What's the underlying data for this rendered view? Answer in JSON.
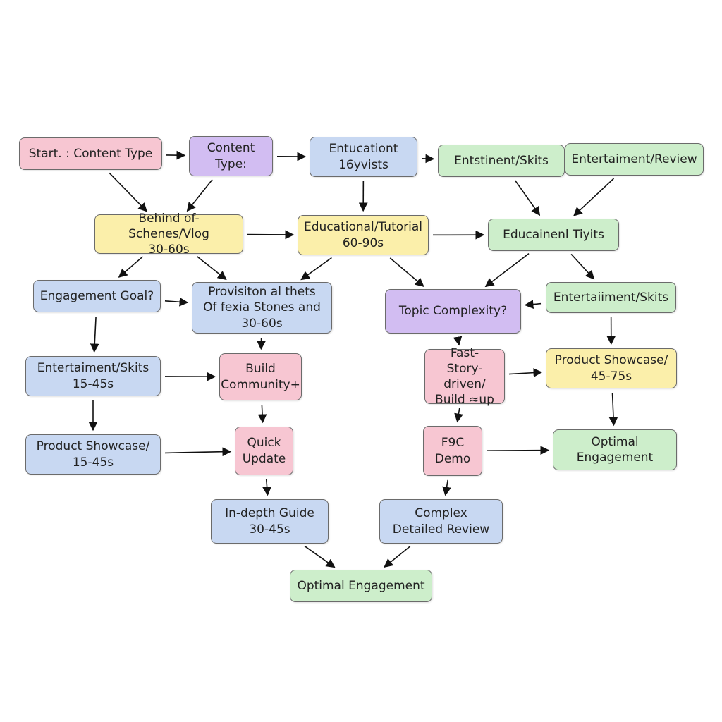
{
  "diagram": {
    "nodes": [
      {
        "id": "n1",
        "label": "Start. : Content Type",
        "color": "pink"
      },
      {
        "id": "n2",
        "label": "Content\nType:",
        "color": "purple"
      },
      {
        "id": "n3",
        "label": "Entucationt\n16yvists",
        "color": "blue"
      },
      {
        "id": "n4",
        "label": "Entstinent/Skits",
        "color": "green"
      },
      {
        "id": "n5",
        "label": "Entertaiment/Review",
        "color": "green"
      },
      {
        "id": "n6",
        "label": "Behind of-Schenes/Vlog\n30-60s",
        "color": "yellow"
      },
      {
        "id": "n7",
        "label": "Educational/Tutorial\n60-90s",
        "color": "yellow"
      },
      {
        "id": "n8",
        "label": "Educainenl Tiyits",
        "color": "green"
      },
      {
        "id": "n9",
        "label": "Engagement Goal?",
        "color": "blue"
      },
      {
        "id": "n10",
        "label": "Provisiton al thets\nOf fexia Stones  and\n30-60s",
        "color": "blue"
      },
      {
        "id": "n11",
        "label": "Topic Complexity?",
        "color": "purple"
      },
      {
        "id": "n12",
        "label": "Entertaiiment/Skits",
        "color": "green"
      },
      {
        "id": "n13",
        "label": "Entertaiment/Skits\n15-45s",
        "color": "blue"
      },
      {
        "id": "n14",
        "label": "Build\nCommunity+",
        "color": "pink"
      },
      {
        "id": "n15",
        "label": "Fast-\nStory-driven/\nBuild ≈up",
        "color": "pink"
      },
      {
        "id": "n16",
        "label": "Product Showcase/\n45-75s",
        "color": "yellow"
      },
      {
        "id": "n17",
        "label": "Product Showcase/\n15-45s",
        "color": "blue"
      },
      {
        "id": "n18",
        "label": "Quick\nUpdate",
        "color": "pink"
      },
      {
        "id": "n19",
        "label": "F9C\nDemo",
        "color": "pink"
      },
      {
        "id": "n20",
        "label": "Optimal\nEngagement",
        "color": "green"
      },
      {
        "id": "n21",
        "label": "In-depth Guide\n30-45s",
        "color": "blue"
      },
      {
        "id": "n22",
        "label": "Complex\nDetailed Review",
        "color": "blue"
      },
      {
        "id": "n23",
        "label": "Optimal Engagement",
        "color": "green"
      }
    ],
    "edges": [
      [
        "n1",
        "n2"
      ],
      [
        "n2",
        "n3"
      ],
      [
        "n3",
        "n4"
      ],
      [
        "n1",
        "n6"
      ],
      [
        "n2",
        "n6"
      ],
      [
        "n3",
        "n7"
      ],
      [
        "n4",
        "n8"
      ],
      [
        "n5",
        "n8"
      ],
      [
        "n6",
        "n7"
      ],
      [
        "n7",
        "n8"
      ],
      [
        "n6",
        "n9"
      ],
      [
        "n6",
        "n10"
      ],
      [
        "n7",
        "n10"
      ],
      [
        "n7",
        "n11"
      ],
      [
        "n8",
        "n11"
      ],
      [
        "n8",
        "n12"
      ],
      [
        "n9",
        "n10"
      ],
      [
        "n12",
        "n11"
      ],
      [
        "n9",
        "n13"
      ],
      [
        "n10",
        "n14"
      ],
      [
        "n11",
        "n15"
      ],
      [
        "n12",
        "n16"
      ],
      [
        "n13",
        "n14"
      ],
      [
        "n15",
        "n16"
      ],
      [
        "n13",
        "n17"
      ],
      [
        "n14",
        "n18"
      ],
      [
        "n15",
        "n19"
      ],
      [
        "n16",
        "n20"
      ],
      [
        "n17",
        "n18"
      ],
      [
        "n19",
        "n20"
      ],
      [
        "n18",
        "n21"
      ],
      [
        "n19",
        "n22"
      ],
      [
        "n21",
        "n23"
      ],
      [
        "n22",
        "n23"
      ]
    ]
  }
}
